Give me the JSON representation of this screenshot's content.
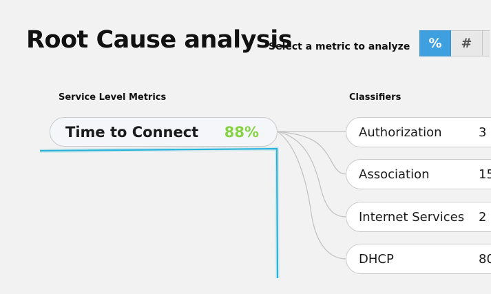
{
  "header": {
    "title": "Root Cause analysis",
    "subtitle": "Select a metric to analyze"
  },
  "toggle": {
    "percent_label": "%",
    "count_label": "#",
    "active": "percent"
  },
  "sections": {
    "service_level_metrics": "Service Level Metrics",
    "classifiers": "Classifiers"
  },
  "metric": {
    "name": "Time to Connect",
    "value": "88%"
  },
  "classifiers": [
    {
      "label": "Authorization",
      "value": "3"
    },
    {
      "label": "Association",
      "value": "15"
    },
    {
      "label": "Internet Services",
      "value": "2"
    },
    {
      "label": "DHCP",
      "value": "80"
    }
  ],
  "colors": {
    "accent_blue": "#3fa0e0",
    "metric_green": "#86d443",
    "highlight_cyan": "#2bb3d9"
  }
}
